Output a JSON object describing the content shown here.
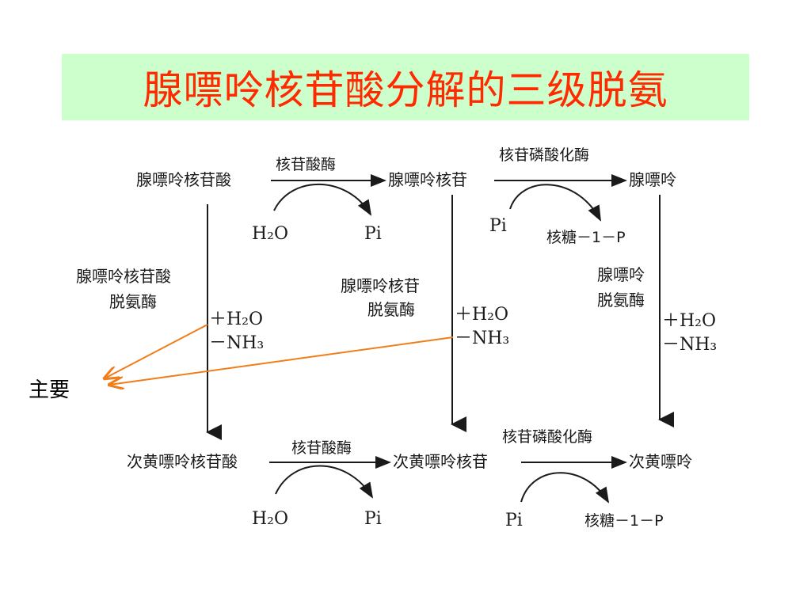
{
  "title": "腺嘌呤核苷酸分解的三级脱氨",
  "side_label": "主要",
  "top_row": {
    "c1": "腺嘌呤核苷酸",
    "c2": "腺嘌呤核苷",
    "c3": "腺嘌呤",
    "enzyme1": "核苷酸酶",
    "enzyme2": "核苷磷酸化酶",
    "in1": "H₂O",
    "out1": "Pi",
    "in2": "Pi",
    "out2": "核糖－1－P"
  },
  "bottom_row": {
    "c1": "次黄嘌呤核苷酸",
    "c2": "次黄嘌呤核苷",
    "c3": "次黄嘌呤",
    "enzyme1": "核苷酸酶",
    "enzyme2": "核苷磷酸化酶",
    "in1": "H₂O",
    "out1": "Pi",
    "in2": "Pi",
    "out2": "核糖－1－P"
  },
  "deaminases": [
    {
      "line1": "腺嘌呤核苷酸",
      "line2": "脱氨酶"
    },
    {
      "line1": "腺嘌呤核苷",
      "line2": "脱氨酶"
    },
    {
      "line1": "腺嘌呤",
      "line2": "脱氨酶"
    }
  ],
  "reagents": {
    "add": "＋H₂O",
    "remove": "－NH₃"
  },
  "colors": {
    "title": "#ff2a00",
    "title_bg": "#ccffcc",
    "pointer": "#f07d1a"
  }
}
